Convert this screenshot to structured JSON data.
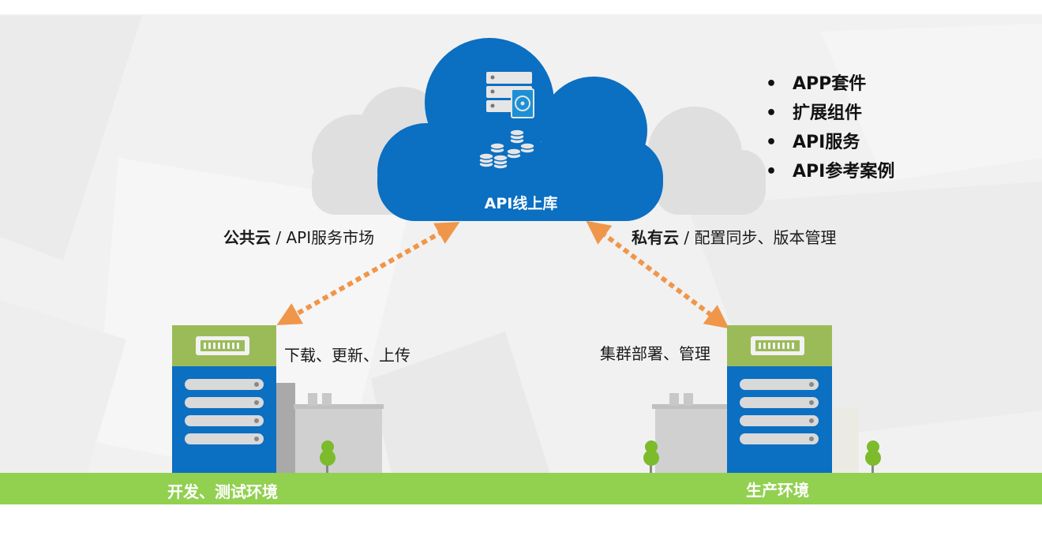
{
  "cloud": {
    "title": "API线上库"
  },
  "features": [
    "APP套件",
    "扩展组件",
    "API服务",
    "API参考案例"
  ],
  "public_cloud": {
    "strong": "公共云",
    "rest": " / API服务市场"
  },
  "private_cloud": {
    "strong": "私有云",
    "rest": " / 配置同步、版本管理"
  },
  "left_action": "下载、更新、上传",
  "right_action": "集群部署、管理",
  "dev_env": "开发、测试环境",
  "prod_env": "生产环境",
  "colors": {
    "cloud_blue": "#0b6fc2",
    "server_green": "#9bbb59",
    "arrow_orange": "#f0964a",
    "ground_green": "#92d050"
  }
}
